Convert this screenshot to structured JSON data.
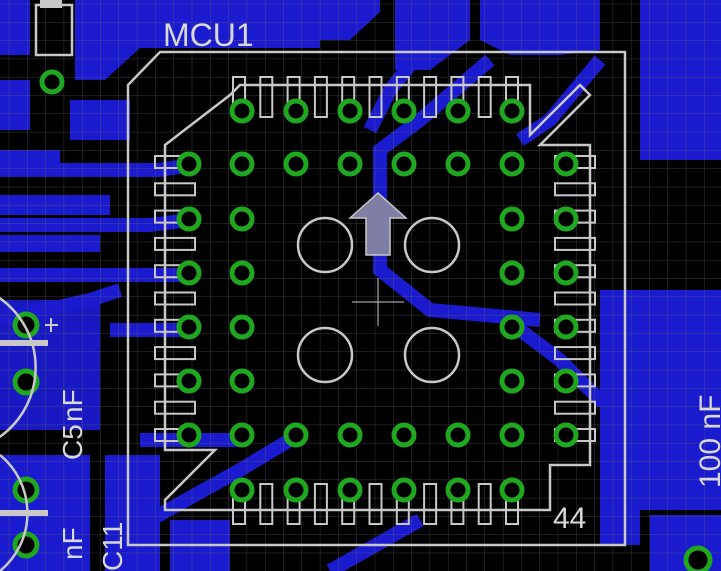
{
  "labels": {
    "part_name": "MCU1",
    "pin_count": "44",
    "cap_value": "100 nF",
    "cap_label": "C5",
    "left_partial": "nF",
    "bottom_partial": "nF",
    "bottom_partial2": "C11"
  },
  "colors": {
    "background": "#000000",
    "copper": "#1a1acf",
    "via_ring": "#1fa71f",
    "silkscreen": "#c8c8c8",
    "grid": "#6a6a6a",
    "pad_fill": "#7f7fa6"
  }
}
